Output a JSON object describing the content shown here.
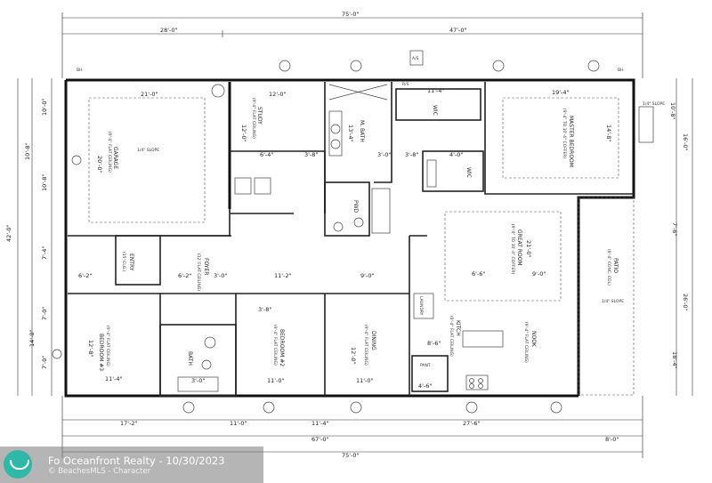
{
  "overall": {
    "top": "75'-0\"",
    "bottom": "75'-0\"",
    "left": "42'-0\""
  },
  "top_dims": {
    "a": "28'-0\"",
    "b": "47'-0\""
  },
  "bottom_dims": {
    "a": "17'-2\"",
    "b": "11'-0\"",
    "c": "11'-4\"",
    "d": "27'-6\"",
    "total": "67'-0\"",
    "patio": "8'-0\""
  },
  "rooms": {
    "garage": "GARAGE",
    "garage_sub": "(9'-4\" FLAT CEILING)",
    "garage_w": "21'-0\"",
    "garage_h": "20'-0\"",
    "study": "STUDY",
    "study_sub": "(9'-4\" FLAT CEILING)",
    "study_w": "12'-0\"",
    "study_h": "12'-0\"",
    "m_bath": "M. BATH",
    "wic": "WIC",
    "master": "MASTER BEDROOM",
    "master_sub": "(9'-4\" TO 10'-4\" COFFER)",
    "master_w": "19'-4\"",
    "master_h": "14'-8\"",
    "pwd": "PWD",
    "wic2": "WIC",
    "great": "GREAT ROOM",
    "great_sub": "(9'-4\" TO 10'-4\" COFFER)",
    "great_w": "21'-0\"",
    "entry": "ENTRY",
    "entry_sub": "(15' CLG.)",
    "foyer": "FOYER",
    "foyer_sub": "(12' FLAT CEILING)",
    "patio": "PATIO",
    "patio_sub": "(9'-4\" CONC. COL)",
    "bed3": "BEDROOM #3",
    "bed3_sub": "(9'-4\" FLAT CEILING)",
    "bath": "BATH",
    "bed2": "BEDROOM #2",
    "bed2_sub": "(9'-4\" FLAT CEILING)",
    "dining": "DINING",
    "dining_sub": "(9'-4\" FLAT CEILING)",
    "kitchen": "KITCH",
    "kitchen_sub": "(9'-4\" FLAT CEILING)",
    "nook": "NOOK",
    "nook_sub": "(9'-4\" FLAT CEILING)",
    "pantry": "PANT",
    "laundry": "LAUNDRY"
  },
  "room_dims": {
    "d1": "6'-4\"",
    "d2": "3'-8\"",
    "d3": "11'-4\"",
    "d4": "4'-0\"",
    "d5": "3'-0\"",
    "d6": "3'-8\"",
    "d7": "9'-0\"",
    "d8": "11'-2\"",
    "d9": "6'-2\"",
    "d10": "3'-0\"",
    "d11": "6'-6\"",
    "d12": "9'-0\"",
    "d13": "12'-0\"",
    "d14": "11'-4\"",
    "d15": "11'-0\"",
    "d16": "11'-0\"",
    "d17": "13'-4\"",
    "d18": "12'-8\"",
    "d19": "8'-6\"",
    "d20": "4'-6\""
  },
  "left_dims": {
    "a": "10'-0\"",
    "b": "10'-8\"",
    "c": "7'-4\"",
    "d": "7'-0\"",
    "e": "14'-0\""
  },
  "right_dims": {
    "a": "16'-0\"",
    "b": "7'-6\"",
    "c": "26'-0\"",
    "d": "18'-4\""
  },
  "markers": {
    "bh": "BH",
    "a": "A/S",
    "slope": "1/4\" SLOPE",
    "rs": "R/S"
  },
  "watermark": {
    "line1": "Fo Oceanfront Realty - 10/30/2023",
    "line2": "© BeachesMLS - Character"
  },
  "colors": {
    "line": "#111111",
    "watermark_bg": "#7a7a7a",
    "logo": "#2fb7a8"
  }
}
